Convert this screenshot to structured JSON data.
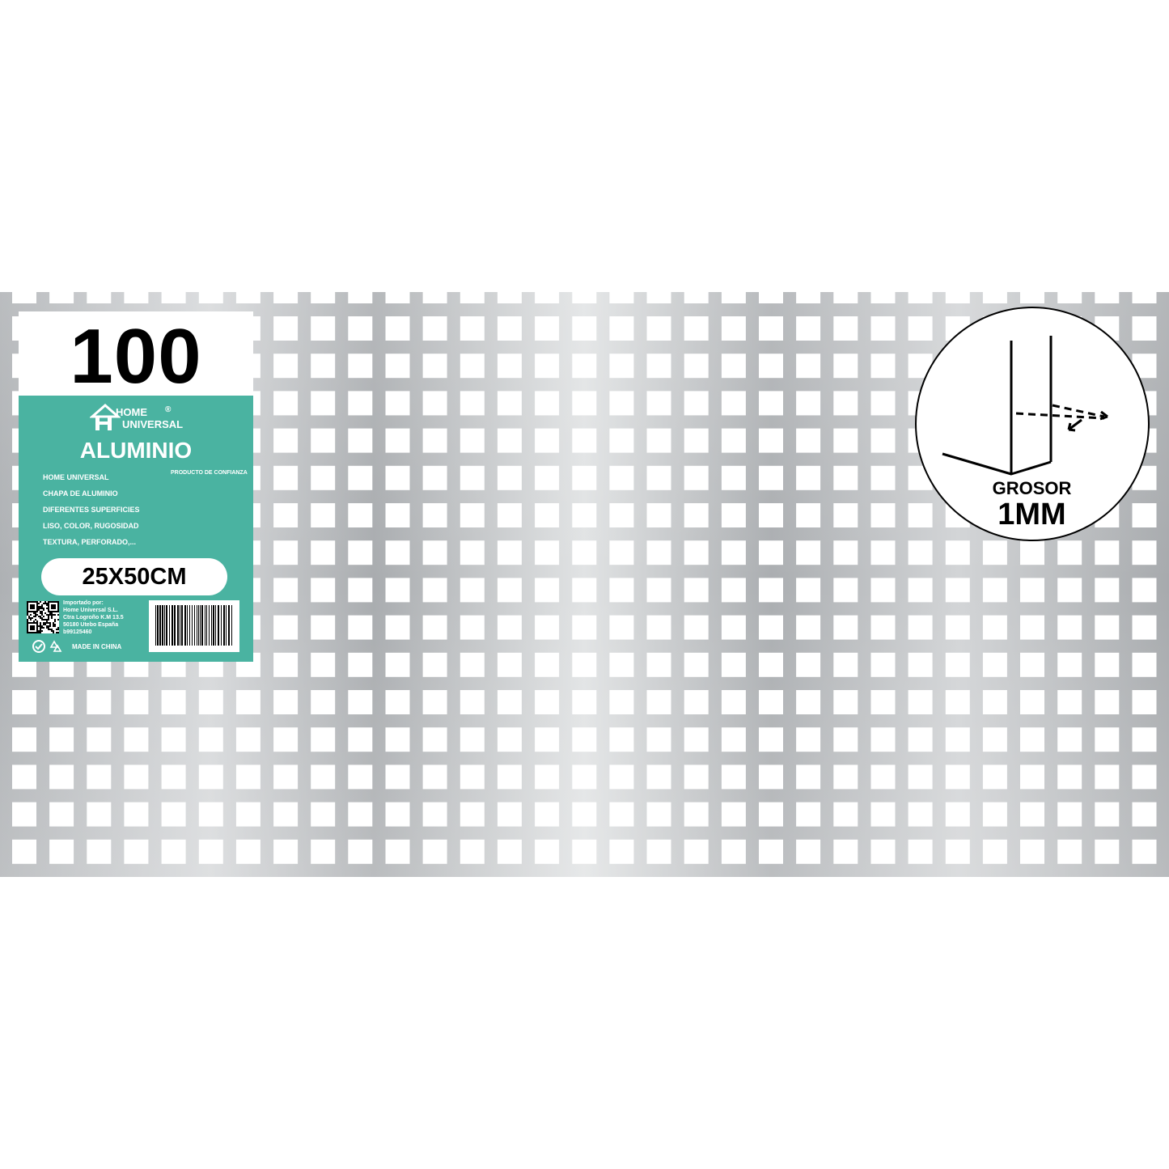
{
  "product": {
    "model_number": "100",
    "brand": {
      "line1": "HOME",
      "line2": "UNIVERSAL",
      "registered": "®"
    },
    "type": "ALUMINIO",
    "tagline": "PRODUCTO DE CONFIANZA",
    "features": [
      "HOME UNIVERSAL",
      "CHAPA DE ALUMINIO",
      "DIFERENTES SUPERFICIES",
      "LISO, COLOR, RUGOSIDAD",
      "TEXTURA, PERFORADO,..."
    ],
    "size": "25X50CM",
    "importer": [
      "Importado por:",
      "Home Universal S.L.",
      "Ctra Logroño K.M 13.5",
      "50180 Utebo España",
      "b99125460"
    ],
    "origin": "MADE IN CHINA"
  },
  "thickness": {
    "label": "GROSOR",
    "value": "1MM"
  },
  "colors": {
    "label_green": "#4ab3a1",
    "sheet_metal": "#b9bcbe"
  },
  "icons": [
    "house-logo-icon",
    "qr-code-icon",
    "recycle-icon",
    "barcode-icon",
    "thickness-diagram-icon"
  ]
}
